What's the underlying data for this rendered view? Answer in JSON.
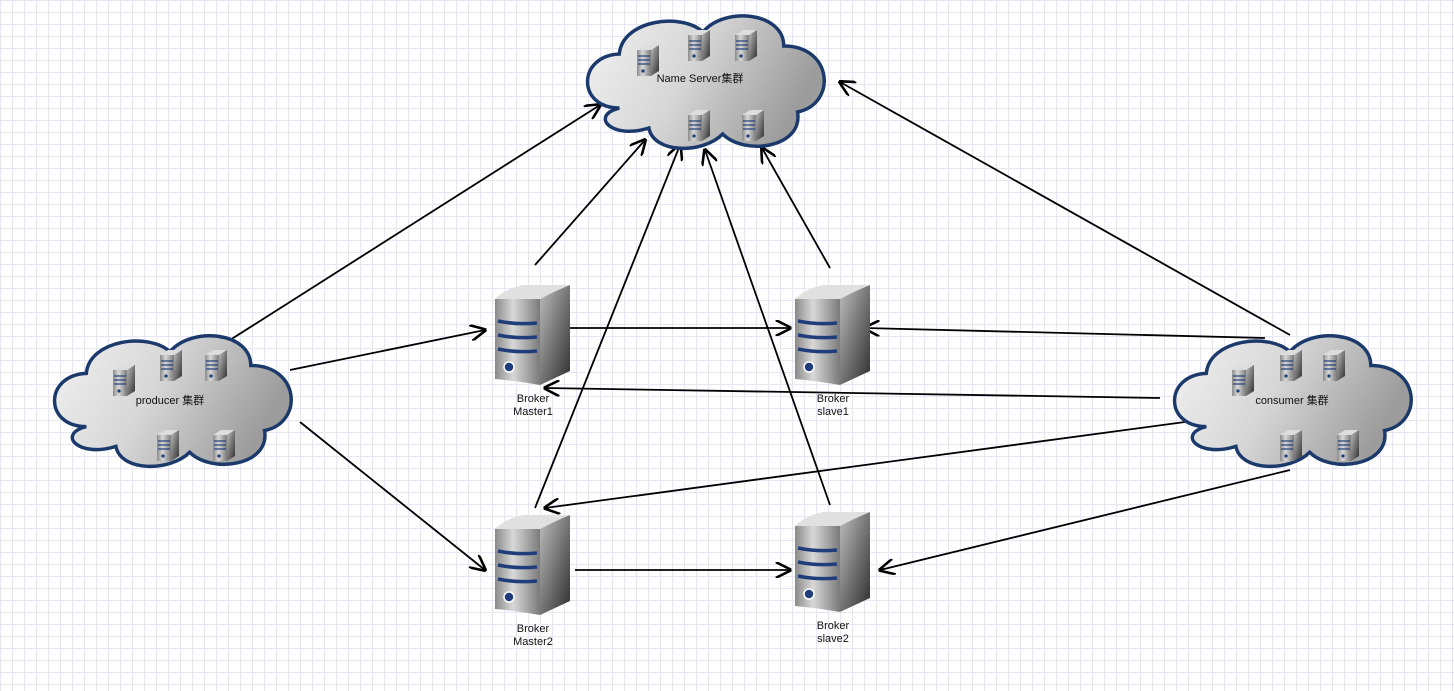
{
  "diagram": {
    "nodes": [
      {
        "id": "nameserver",
        "type": "cloud",
        "label": "Name Server集群"
      },
      {
        "id": "producer",
        "type": "cloud",
        "label": "producer 集群"
      },
      {
        "id": "consumer",
        "type": "cloud",
        "label": "consumer 集群"
      },
      {
        "id": "master1",
        "type": "server",
        "label": [
          "Broker",
          "Master1"
        ]
      },
      {
        "id": "slave1",
        "type": "server",
        "label": [
          "Broker",
          "slave1"
        ]
      },
      {
        "id": "master2",
        "type": "server",
        "label": [
          "Broker",
          "Master2"
        ]
      },
      {
        "id": "slave2",
        "type": "server",
        "label": [
          "Broker",
          "slave2"
        ]
      }
    ],
    "edges": [
      {
        "from": "producer",
        "to": "nameserver"
      },
      {
        "from": "producer",
        "to": "master1"
      },
      {
        "from": "producer",
        "to": "master2"
      },
      {
        "from": "master1",
        "to": "nameserver"
      },
      {
        "from": "master1",
        "to": "slave1"
      },
      {
        "from": "slave1",
        "to": "nameserver"
      },
      {
        "from": "master2",
        "to": "nameserver"
      },
      {
        "from": "slave2",
        "to": "nameserver"
      },
      {
        "from": "master2",
        "to": "slave2"
      },
      {
        "from": "consumer",
        "to": "nameserver"
      },
      {
        "from": "consumer",
        "to": "slave1"
      },
      {
        "from": "consumer",
        "to": "master1"
      },
      {
        "from": "consumer",
        "to": "master2"
      },
      {
        "from": "consumer",
        "to": "slave2"
      }
    ],
    "colors": {
      "cloud_stroke": "#1b3a6b",
      "edge": "#000000",
      "server_stripe": "#1f3d7a",
      "grid": "#e6e6f5"
    }
  }
}
